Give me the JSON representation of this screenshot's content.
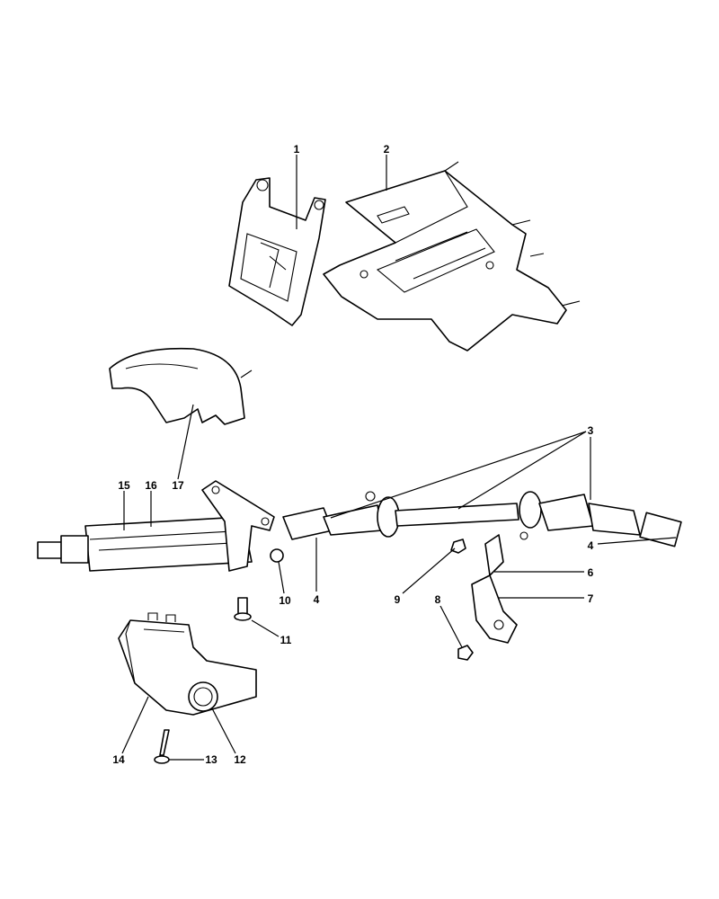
{
  "callouts": {
    "c1": "1",
    "c2": "2",
    "c3": "3",
    "c4a": "4",
    "c4b": "4",
    "c6": "6",
    "c7": "7",
    "c8": "8",
    "c9": "9",
    "c10": "10",
    "c11": "11",
    "c12": "12",
    "c13": "13",
    "c14": "14",
    "c15": "15",
    "c16": "16",
    "c17": "17"
  }
}
